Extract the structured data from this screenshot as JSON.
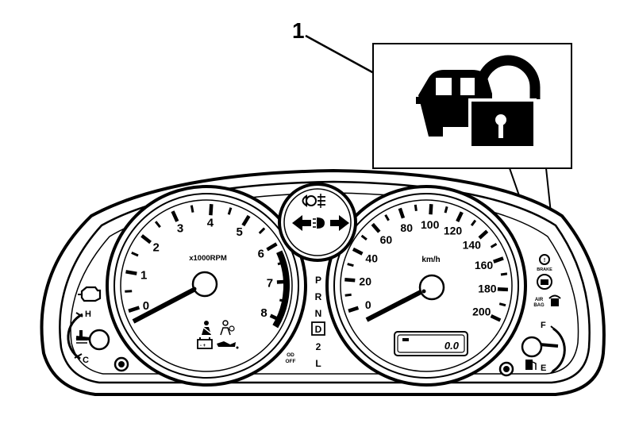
{
  "callout": {
    "number": "1"
  },
  "tachometer": {
    "unit_label": "x1000RPM",
    "numbers": [
      "0",
      "1",
      "2",
      "3",
      "4",
      "5",
      "6",
      "7",
      "8"
    ]
  },
  "speedometer": {
    "unit_label": "km/h",
    "numbers": [
      "0",
      "20",
      "40",
      "60",
      "80",
      "100",
      "120",
      "140",
      "160",
      "180",
      "200"
    ]
  },
  "odometer": {
    "value": "0.0"
  },
  "gear_indicator": {
    "letters": [
      "P",
      "R",
      "N",
      "D",
      "2",
      "L"
    ]
  },
  "od_off": {
    "line1": "OD",
    "line2": "OFF"
  },
  "temperature_gauge": {
    "hot": "H",
    "cold": "C"
  },
  "fuel_gauge": {
    "full": "F",
    "empty": "E"
  },
  "warning_labels": {
    "brake": "BRAKE",
    "airbag_line1": "AIR",
    "airbag_line2": "BAG"
  },
  "icons": [
    "door-lock-icon",
    "check-engine-icon",
    "coolant-temp-icon",
    "fuel-pump-icon",
    "turn-signal-left-icon",
    "turn-signal-right-icon",
    "headlight-icon",
    "fog-light-icon",
    "seatbelt-icon",
    "airbag-icon",
    "battery-icon",
    "oil-pressure-icon",
    "brake-warning-icon"
  ]
}
